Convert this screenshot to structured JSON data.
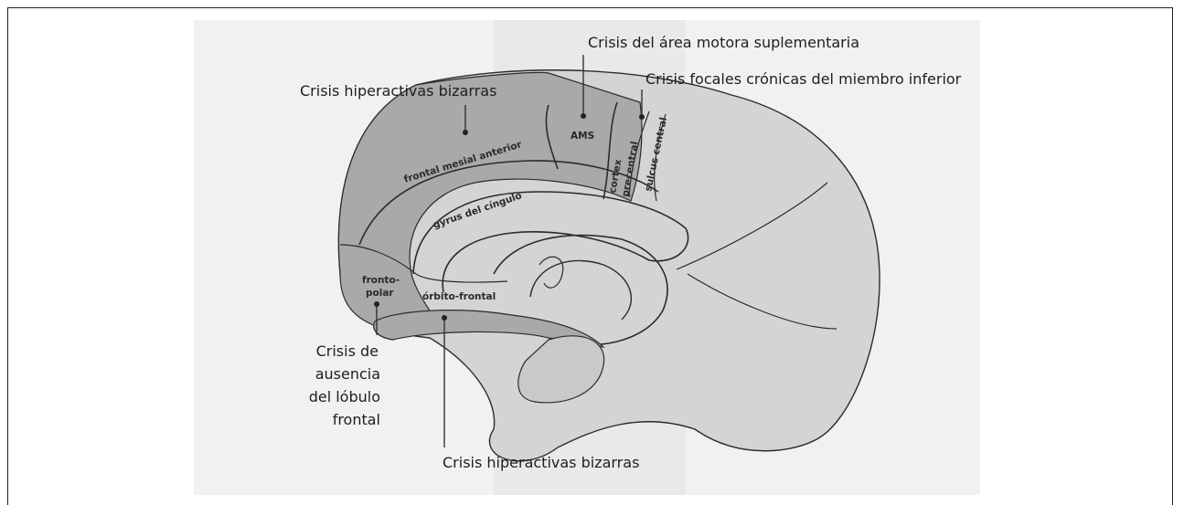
{
  "callouts": {
    "sma": "Crisis del área motora suplementaria",
    "lower_limb": "Crisis focales crónicas del miembro inferior",
    "hyperactive_top": "Crisis hiperactivas bizarras",
    "absence_line1": "Crisis de",
    "absence_line2": "ausencia",
    "absence_line3": "del lóbulo",
    "absence_line4": "frontal",
    "hyperactive_bottom": "Crisis hiperactivas bizarras"
  },
  "regions": {
    "ams": "AMS",
    "cortex": "cortex",
    "precentral": "precentral",
    "sulcus": "sulcus central",
    "frontal_mesial": "frontal mesial anterior",
    "gyrus": "gyrus del cíngulo",
    "frontopolar_1": "fronto-",
    "frontopolar_2": "polar",
    "orbito": "órbito-frontal"
  },
  "colors": {
    "region_fill": "#a9a9a9",
    "brain_fill": "#d6d6d6",
    "outline": "#2b2b2b"
  }
}
